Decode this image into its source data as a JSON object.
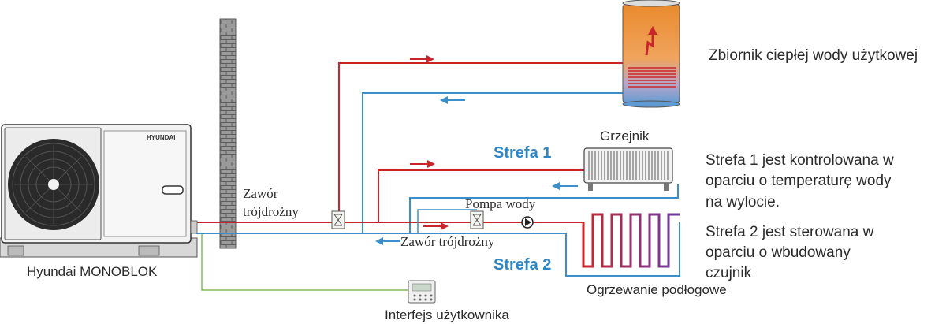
{
  "labels": {
    "tank": "Zbiornik ciepłej wody użytkowej",
    "radiator": "Grzejnik",
    "zone1": "Strefa 1",
    "zone2": "Strefa 2",
    "valve_left_line1": "Zawór",
    "valve_left_line2": "trójdrożny",
    "pump": "Pompa wody",
    "valve_mid": "Zawór trójdrożny",
    "unit": "Hyundai MONOBLOK",
    "interface": "Interfejs użytkownika",
    "floor": "Ogrzewanie podłogowe",
    "brand": "HYUNDAI"
  },
  "notes": {
    "zone1_line1": "Strefa 1 jest kontrolowana w",
    "zone1_line2": "oparciu o temperaturę wody",
    "zone1_line3": "na wylocie.",
    "zone2_line1": "Strefa 2 jest sterowana w",
    "zone2_line2": "oparciu o wbudowany",
    "zone2_line3": "czujnik"
  },
  "colors": {
    "supply": "#c8262b",
    "return": "#3a8fcc",
    "control": "#7fbf5a",
    "zone_text": "#2e86c6"
  }
}
